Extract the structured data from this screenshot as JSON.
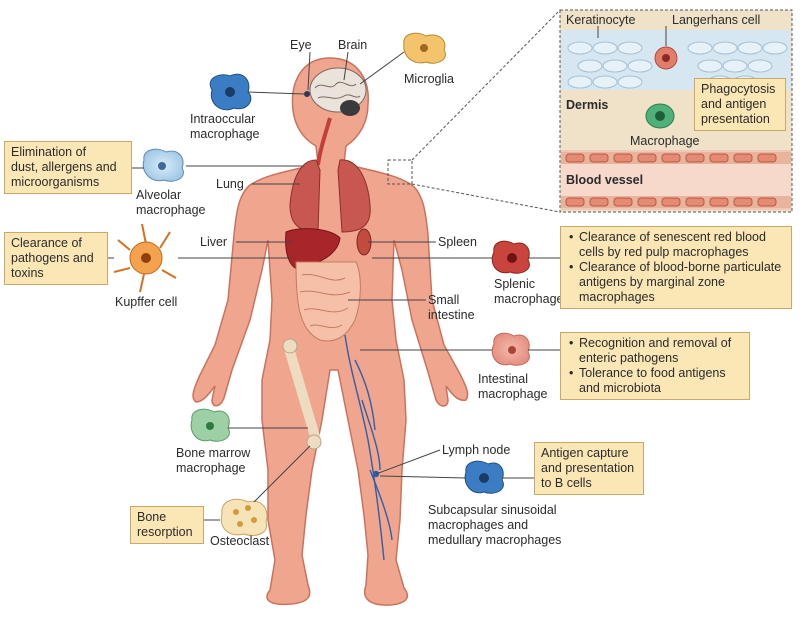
{
  "organs": {
    "eye": "Eye",
    "brain": "Brain",
    "lung": "Lung",
    "liver": "Liver",
    "spleen": "Spleen",
    "small_intestine": [
      "Small",
      "intestine"
    ],
    "lymph_node": "Lymph node"
  },
  "cells": {
    "intraoccular": [
      "Intraoccular",
      "macrophage"
    ],
    "microglia": "Microglia",
    "alveolar": [
      "Alveolar",
      "macrophage"
    ],
    "kupffer": "Kupffer cell",
    "splenic": [
      "Splenic",
      "macrophage"
    ],
    "intestinal": [
      "Intestinal",
      "macrophage"
    ],
    "bone_marrow": [
      "Bone marrow",
      "macrophage"
    ],
    "osteoclast": "Osteoclast",
    "subcapsular": [
      "Subcapsular sinusoidal",
      "macrophages and",
      "medullary macrophages"
    ]
  },
  "inset": {
    "keratinocyte": "Keratinocyte",
    "langerhans": "Langerhans cell",
    "dermis": "Dermis",
    "macrophage": "Macrophage",
    "blood_vessel": "Blood vessel",
    "phagocytosis_box": [
      "Phagocytosis",
      "and antigen",
      "presentation"
    ]
  },
  "function_boxes": {
    "alveolar": [
      "Elimination of",
      "dust, allergens and",
      "microorganisms"
    ],
    "kupffer": [
      "Clearance of",
      "pathogens and",
      "toxins"
    ],
    "splenic": [
      "Clearance of senescent red blood cells by red pulp macrophages",
      "Clearance of blood-borne particulate antigens by marginal zone macrophages"
    ],
    "intestinal": [
      "Recognition and removal of enteric pathogens",
      "Tolerance to food antigens and microbiota"
    ],
    "lymph": [
      "Antigen capture",
      "and presentation",
      "to B cells"
    ],
    "osteoclast": [
      "Bone",
      "resorption"
    ]
  },
  "colors": {
    "body": "#f0a58f",
    "body_outline": "#c9735f",
    "box_fill": "#fbe6b6",
    "lung": "#c8574f",
    "liver": "#a8262a",
    "vein": "#2f5fa8"
  }
}
